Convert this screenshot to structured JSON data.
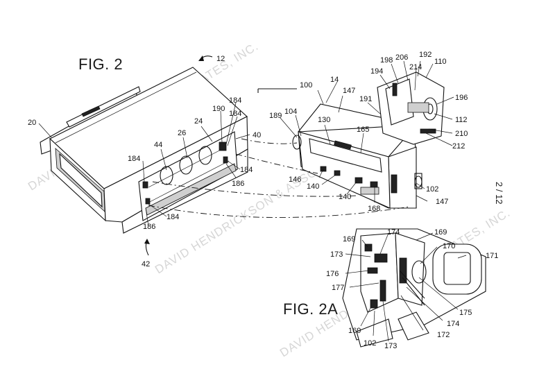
{
  "figures": {
    "fig2_title": "FIG. 2",
    "fig2a_title": "FIG. 2A"
  },
  "sheet_number": "2 / 12",
  "watermark": "DAVID HENDRICKSON & ASSOCIATES, INC.",
  "reference_numerals": {
    "r12": "12",
    "r20": "20",
    "r24": "24",
    "r26": "26",
    "r40": "40",
    "r42": "42",
    "r44": "44",
    "r184": "184",
    "r186": "186",
    "r190": "190",
    "r14": "14",
    "r100": "100",
    "r104": "104",
    "r110": "110",
    "r112": "112",
    "r130": "130",
    "r140": "140",
    "r146": "146",
    "r147": "147",
    "r165": "165",
    "r168": "168",
    "r189": "189",
    "r191": "191",
    "r192": "192",
    "r194": "194",
    "r196": "196",
    "r198": "198",
    "r206": "206",
    "r210": "210",
    "r212": "212",
    "r214": "214",
    "r102": "102",
    "r169": "169",
    "r170": "170",
    "r171": "171",
    "r172": "172",
    "r173": "173",
    "r174": "174",
    "r175": "175",
    "r176": "176",
    "r177": "177"
  }
}
